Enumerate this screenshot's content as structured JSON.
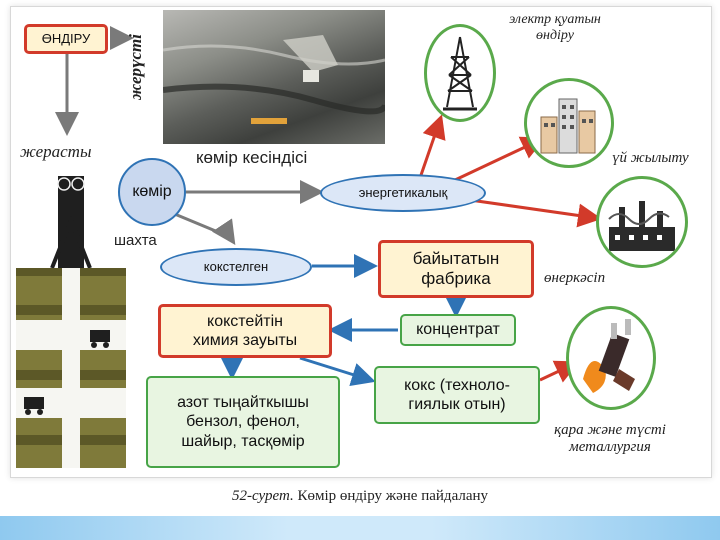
{
  "extraction": {
    "label": "ӨНДІРУ"
  },
  "surface": {
    "label": "жерүсті"
  },
  "underground": {
    "label": "жерасты"
  },
  "open_pit": {
    "label": "көмір кесіндісі"
  },
  "coal": {
    "label": "көмір"
  },
  "mine": {
    "label": "шахта"
  },
  "energy": {
    "label": "энергетикалық"
  },
  "coking": {
    "label": "кокстелген"
  },
  "enrichment_plant": {
    "line1": "байытатын",
    "line2": "фабрика"
  },
  "concentrate": {
    "label": "концентрат"
  },
  "coke_plant": {
    "line1": "кокстейтін",
    "line2": "химия зауыты"
  },
  "coke": {
    "line1": "кокс (техноло-",
    "line2": "гиялык отын)"
  },
  "chemicals": {
    "line1": "азот тыңайткышы",
    "line2": "бензол, фенол,",
    "line3": "шайыр, тасқөмір"
  },
  "electricity": {
    "line1": "электр қуатын",
    "line2": "өндіру"
  },
  "heating": {
    "label": "үй жылыту"
  },
  "industry": {
    "label": "өнеркәсіп"
  },
  "metallurgy": {
    "line1": "қара және түсті",
    "line2": "металлургия"
  },
  "caption": {
    "number": "52-сурет.",
    "text": " Көмір өндіру және пайдалану"
  },
  "colors": {
    "red": "#d23a2a",
    "blue": "#2f73b5",
    "green": "#47a447",
    "gray": "#7a7a7a"
  }
}
